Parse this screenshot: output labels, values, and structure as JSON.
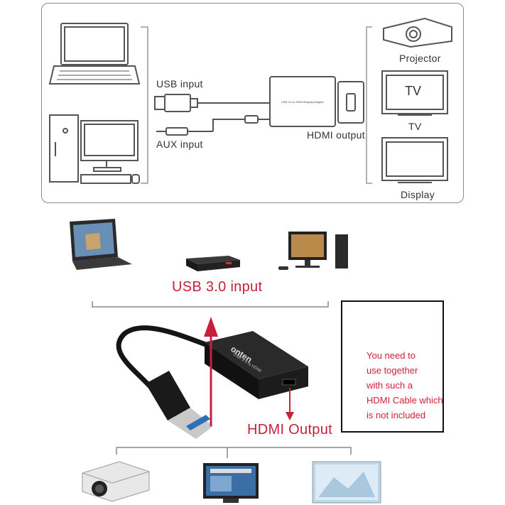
{
  "top_diagram": {
    "usb_input_label": "USB input",
    "aux_input_label": "AUX input",
    "hdmi_output_label": "HDMI output",
    "adapter_text": "USB 3.0 to HDMI Display Adapter",
    "projector_label": "Projector",
    "tv_label": "TV",
    "tv_screen_text": "TV",
    "display_label": "Display"
  },
  "bottom_diagram": {
    "usb_input_label": "USB 3.0 input",
    "hdmi_output_label": "HDMI Output",
    "adapter_brand": "onten",
    "adapter_text": "USB 3.0 to HDMI",
    "note": "You need to\nuse together\nwith such a\nHDMI Cable which\nis not included"
  },
  "colors": {
    "accent_red": "#c8203a",
    "line_gray": "#8a8a8a",
    "device_black": "#1a1a1a"
  }
}
